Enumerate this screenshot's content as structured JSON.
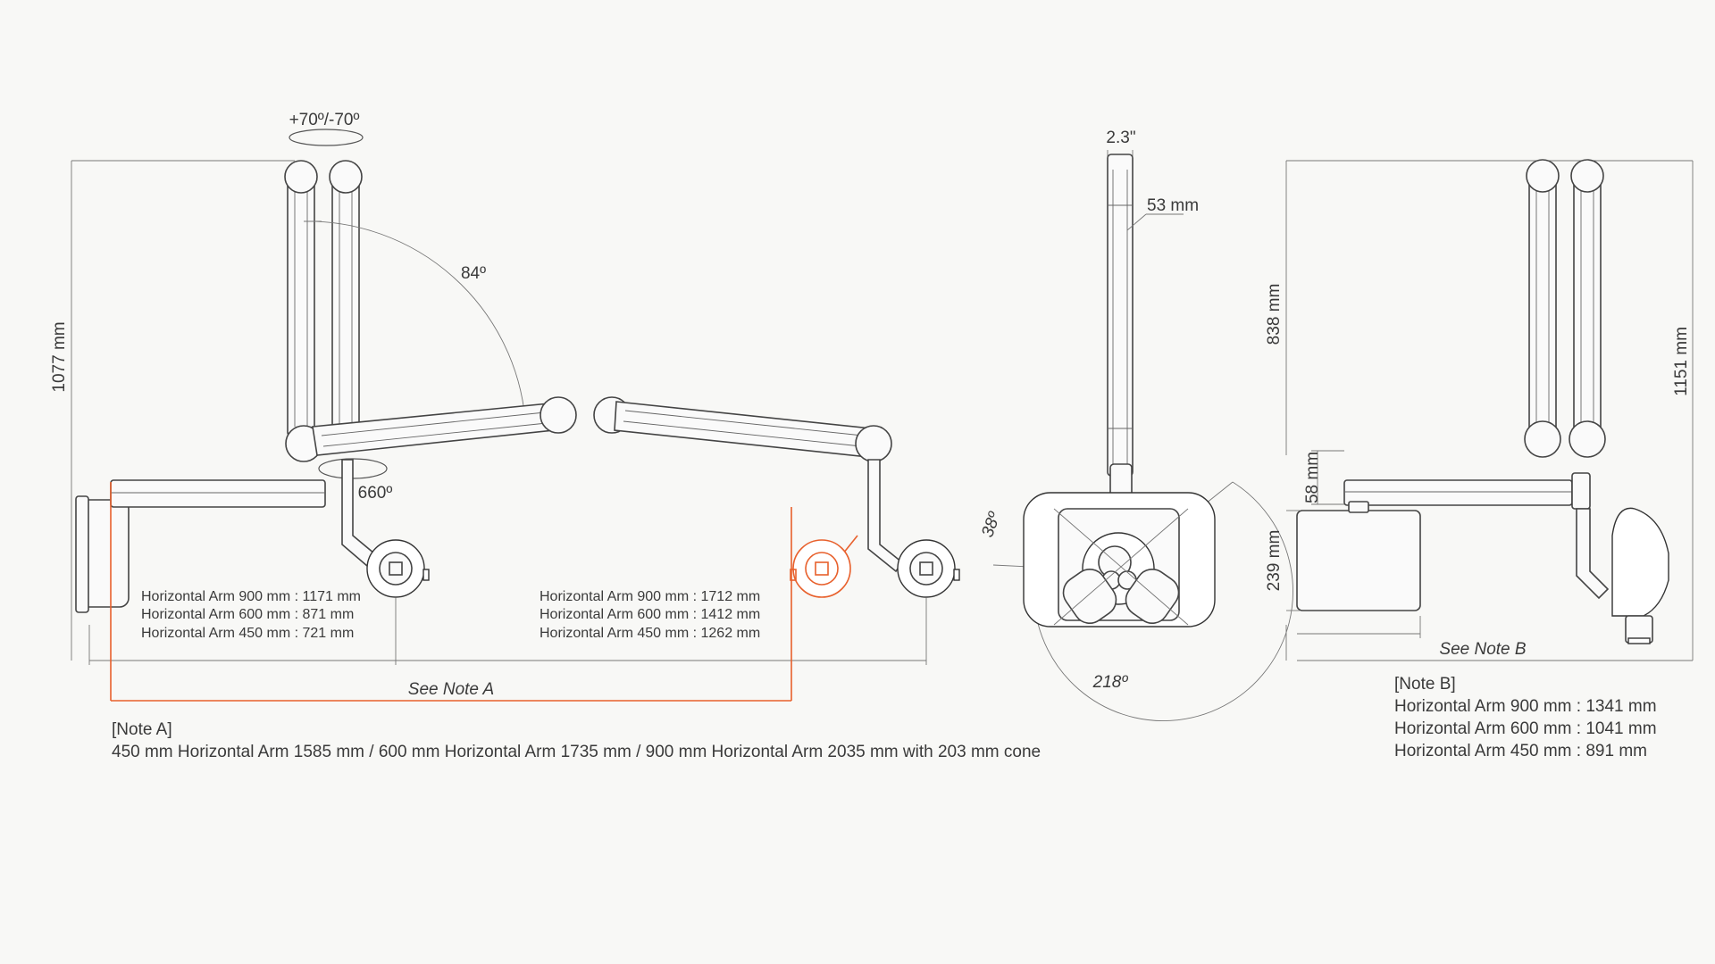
{
  "labels": {
    "vertical_rotation": "+70º/-70º",
    "arm_angle": "84º",
    "head_rotation": "660º",
    "height_left": "1077 mm",
    "front_width_top": "2.3\"",
    "front_width_mm": "53 mm",
    "front_angle_small": "38º",
    "front_angle_large": "218º",
    "side_height_upper": "838 mm",
    "side_height_total": "1151 mm",
    "side_box_small": "58 mm",
    "side_box_height": "239 mm",
    "see_note_a": "See Note A",
    "see_note_b": "See Note B"
  },
  "reach_left": [
    "Horizontal Arm 900 mm : 1171 mm",
    "Horizontal Arm 600 mm : 871 mm",
    "Horizontal Arm 450 mm : 721 mm"
  ],
  "reach_right": [
    "Horizontal Arm 900 mm : 1712 mm",
    "Horizontal Arm 600 mm : 1412 mm",
    "Horizontal Arm 450 mm : 1262 mm"
  ],
  "note_a": {
    "title": "[Note A]",
    "text": "450 mm Horizontal Arm 1585 mm / 600 mm Horizontal Arm 1735 mm / 900 mm Horizontal Arm 2035 mm with 203 mm cone"
  },
  "note_b": {
    "title": "[Note B]",
    "lines": [
      "Horizontal Arm 900 mm : 1341 mm",
      "Horizontal Arm 600 mm : 1041 mm",
      "Horizontal Arm 450 mm : 891 mm"
    ]
  },
  "colors": {
    "line": "#555555",
    "accent": "#e8602c",
    "background": "#f8f8f6"
  }
}
